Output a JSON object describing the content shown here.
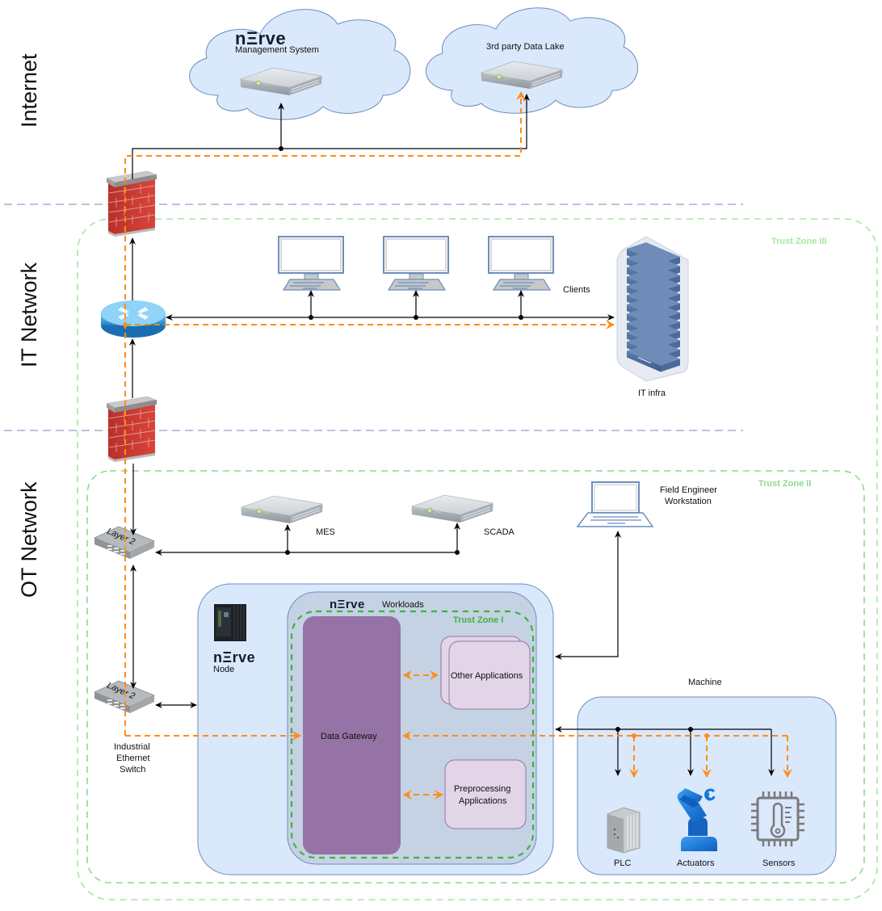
{
  "network_zones": {
    "internet": "Internet",
    "it": "IT Network",
    "ot": "OT Network"
  },
  "trust_zones": {
    "zone3": "Trust Zone III",
    "zone2": "Trust Zone II",
    "zone1": "Trust Zone I"
  },
  "brand": {
    "logo": "nΞrve"
  },
  "cloud": {
    "management": "Management System",
    "datalake": "3rd party Data Lake"
  },
  "it_network": {
    "clients": "Clients",
    "it_infra": "IT infra"
  },
  "ot_network": {
    "mes": "MES",
    "scada": "SCADA",
    "field_engineer": [
      "Field Engineer",
      "Workstation"
    ],
    "switch_label": "Layer 2",
    "industrial_switch": [
      "Industrial",
      "Ethernet",
      "Switch"
    ]
  },
  "node": {
    "node_label": "Node",
    "workloads_label": "Workloads",
    "data_gateway": "Data Gateway",
    "other_apps": "Other Applications",
    "preprocessing": [
      "Preprocessing",
      "Applications"
    ]
  },
  "machine": {
    "title": "Machine",
    "plc": "PLC",
    "actuators": "Actuators",
    "sensors": "Sensors"
  },
  "colors": {
    "data_flow": "#ff8c1a",
    "connection": "#000000",
    "trust_zone_outer": "#a8e6a0",
    "trust_zone_inner": "#3cb43c",
    "network_divider": "#6c8ebf",
    "gateway": "#9673a6"
  }
}
